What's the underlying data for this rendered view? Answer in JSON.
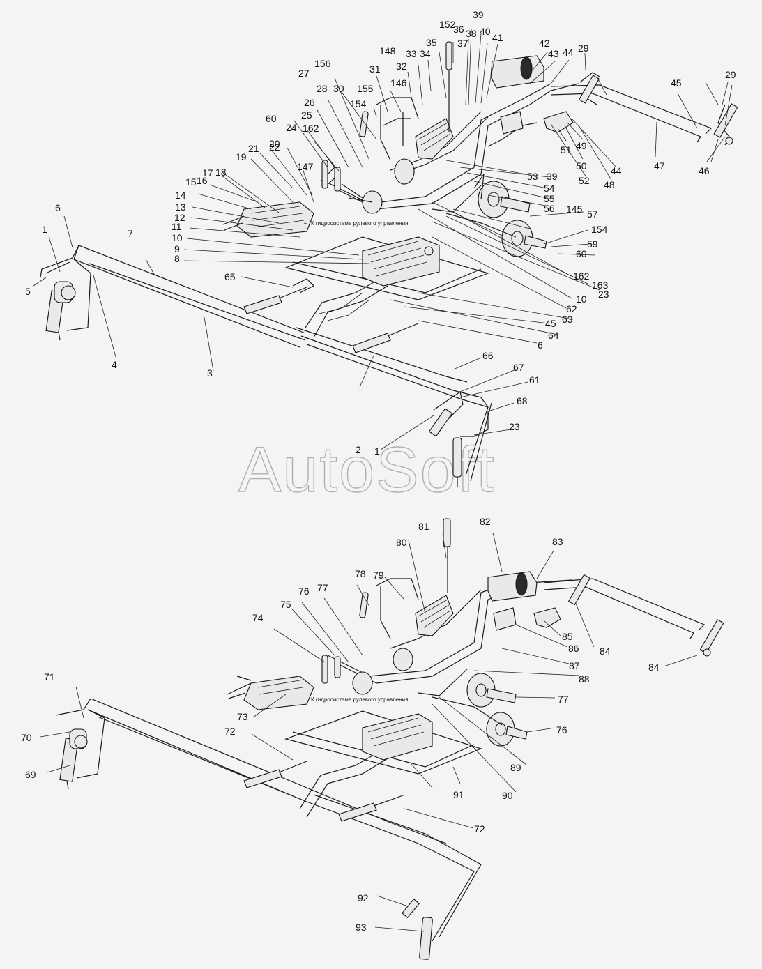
{
  "watermark": "AutoSoft",
  "notes": {
    "upper": "К гидросистеме рулевого управления",
    "lower": "К гидросистеме рулевого управления"
  },
  "callouts_upper": [
    "152",
    "36",
    "39",
    "38",
    "40",
    "41",
    "35",
    "37",
    "42",
    "43",
    "44",
    "29",
    "148",
    "33",
    "34",
    "31",
    "32",
    "156",
    "27",
    "28",
    "30",
    "155",
    "146",
    "154",
    "26",
    "25",
    "60",
    "24",
    "162",
    "21",
    "22",
    "19",
    "20",
    "147",
    "18",
    "17",
    "15",
    "16",
    "14",
    "13",
    "12",
    "11",
    "10",
    "9",
    "8",
    "7",
    "6",
    "1",
    "5",
    "4",
    "3",
    "65",
    "2",
    "1",
    "66",
    "67",
    "61",
    "68",
    "23",
    "45",
    "29",
    "47",
    "46",
    "44",
    "48",
    "52",
    "50",
    "49",
    "51",
    "53",
    "39",
    "54",
    "55",
    "56",
    "145",
    "57",
    "154",
    "59",
    "60",
    "162",
    "163",
    "23",
    "10",
    "62",
    "63",
    "45",
    "64",
    "6"
  ],
  "callouts_lower": [
    "81",
    "82",
    "83",
    "79",
    "80",
    "78",
    "76",
    "77",
    "75",
    "74",
    "71",
    "70",
    "69",
    "73",
    "72",
    "72",
    "85",
    "86",
    "87",
    "84",
    "84",
    "88",
    "77",
    "76",
    "89",
    "90",
    "91",
    "92",
    "93"
  ]
}
